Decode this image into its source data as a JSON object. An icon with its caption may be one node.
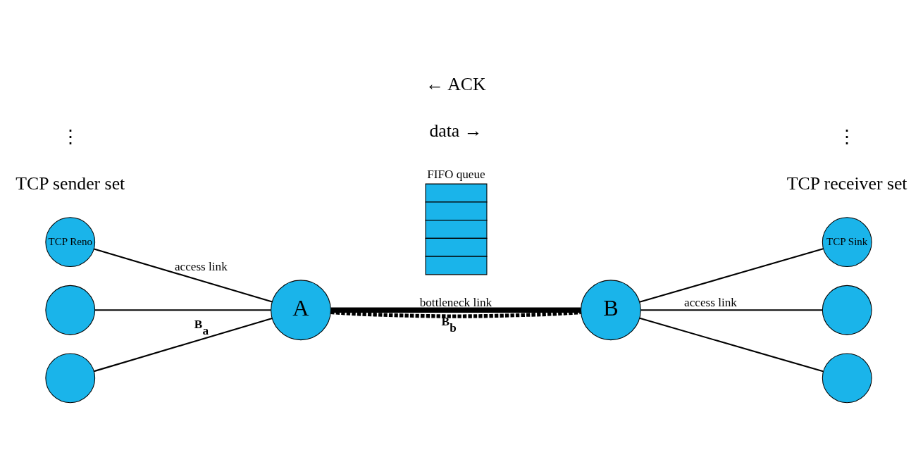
{
  "diagram": {
    "nodes": [
      {
        "text": [
          "TCP Reno"
        ]
      },
      {
        "text": [],
        "shape": "circle"
      },
      {
        "text": [],
        "shape": "circle"
      },
      {
        "text": [
          "A"
        ]
      },
      {
        "text": [
          "FIFO queue"
        ]
      },
      {
        "text": [
          "B"
        ]
      },
      {
        "text": [
          "TCP Sink"
        ]
      },
      {
        "text": [],
        "shape": "circle"
      },
      {
        "text": [],
        "shape": "circle"
      }
    ],
    "edges": [
      {
        "from": 0,
        "to": 3,
        "arrow": "none",
        "label": "access link"
      },
      {
        "from": 1,
        "to": 3,
        "arrow": "none"
      },
      {
        "from": 2,
        "to": 3,
        "arrow": "none",
        "label": "B$_{a}$"
      },
      {
        "from": 3,
        "to": 5,
        "arrow": "none",
        "label": "bottleneck link",
        "style": "thick"
      },
      {
        "from": 3,
        "to": 5,
        "arrow": "none",
        "label": "B$_{b}$",
        "style": "dashed"
      },
      {
        "from": 5,
        "to": 6,
        "arrow": "none"
      },
      {
        "from": 5,
        "to": 7,
        "arrow": "none",
        "label": "access link"
      },
      {
        "from": 5,
        "to": 8,
        "arrow": "none"
      }
    ],
    "labels": [
      "TCP sender set",
      "TCP receiver set",
      "⋮",
      "data →",
      "⋮",
      "← ACK"
    ]
  }
}
